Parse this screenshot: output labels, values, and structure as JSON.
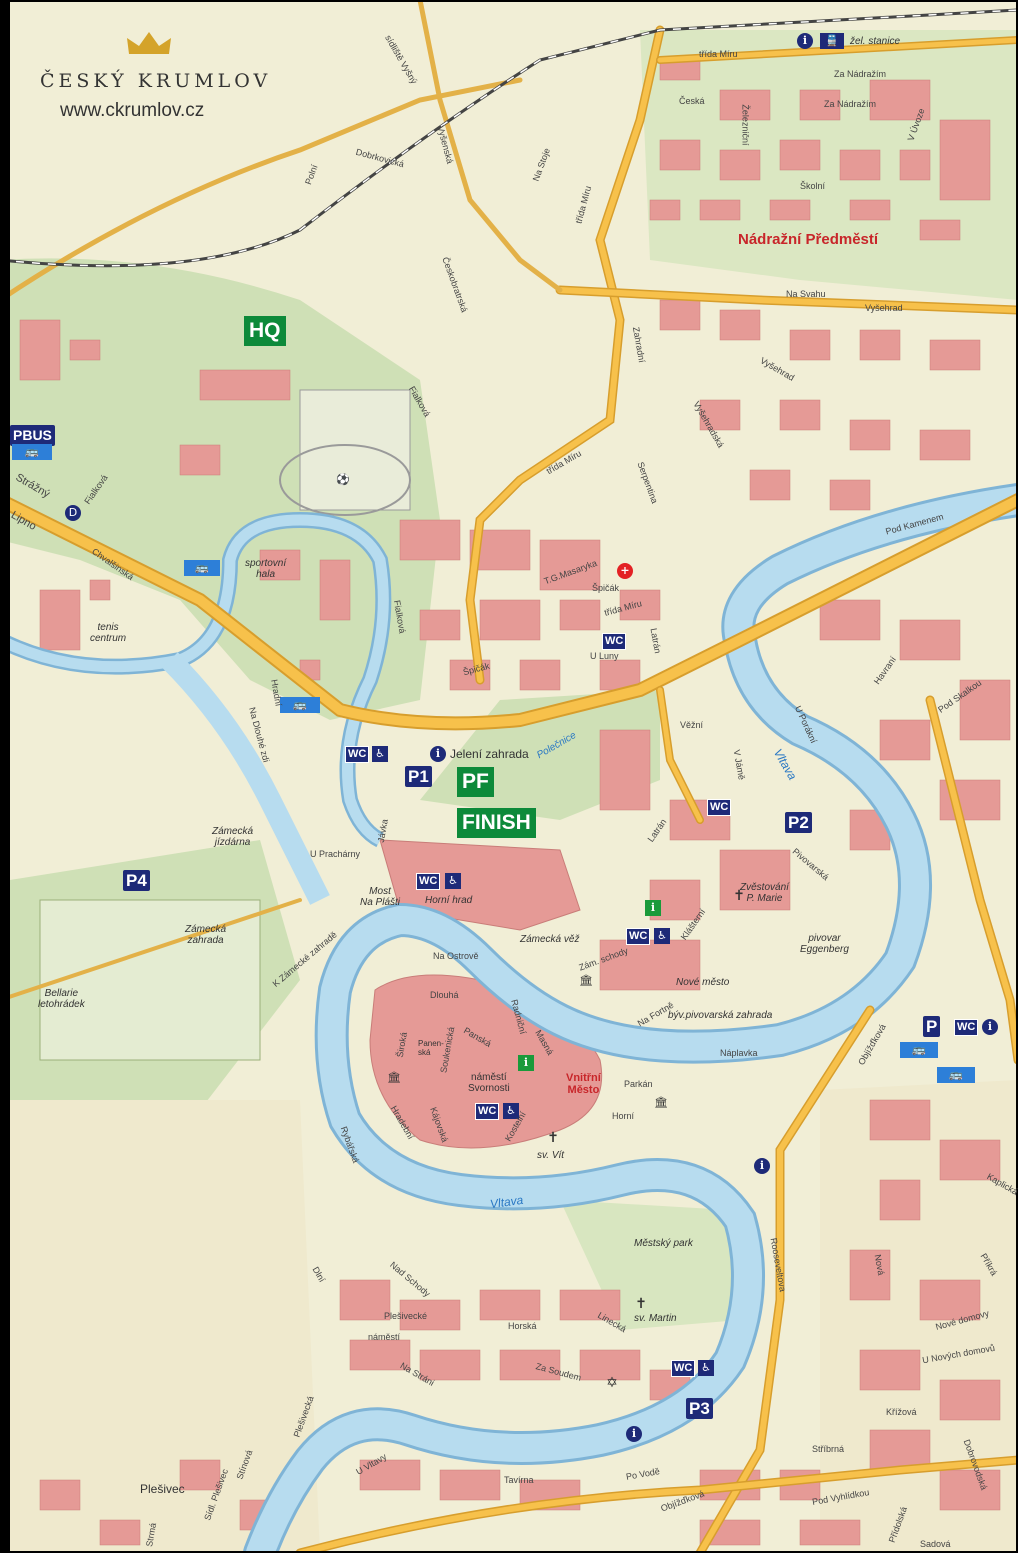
{
  "header": {
    "title": "ČESKÝ KRUMLOV",
    "url": "www.ckrumlov.cz",
    "logo_icon": "crown-icon"
  },
  "markers": {
    "hq": "HQ",
    "pf": "PF",
    "finish": "FINISH",
    "color": "#0d8a3a"
  },
  "parking": {
    "p1": "P1",
    "p2": "P2",
    "p3": "P3",
    "p4": "P4",
    "p": "P",
    "pbus": "PBUS"
  },
  "wc_label": "WC",
  "districts": {
    "nadrazni": "Nádražní Předměstí",
    "vnitrni_1": "Vnitřní",
    "vnitrni_2": "Město"
  },
  "rivers": {
    "vltava_east": "Vltava",
    "vltava_south": "Vltava",
    "polecnice": "Polečnice"
  },
  "places": {
    "zel_stanice": "žel. stanice",
    "jeleni_zahrada": "Jelení zahrada",
    "sportovni_1": "sportovní",
    "sportovni_2": "hala",
    "tenis_1": "tenis",
    "tenis_2": "centrum",
    "zamecka_jizdarna_1": "Zámecká",
    "zamecka_jizdarna_2": "jízdárna",
    "zamecka_zahrada_1": "Zámecká",
    "zamecka_zahrada_2": "zahrada",
    "bellarie_1": "Bellarie",
    "bellarie_2": "letohrádek",
    "most_1": "Most",
    "most_2": "Na Plášti",
    "horni_hrad": "Horní hrad",
    "zamecka_vez": "Zámecká věž",
    "zvestovani_1": "Zvěstování",
    "zvestovani_2": "P. Marie",
    "pivovar_1": "pivovar",
    "pivovar_2": "Eggenberg",
    "nove_mesto": "Nové město",
    "pivovarska_zahrada": "býv.pivovarská zahrada",
    "namesti_1": "náměstí",
    "namesti_2": "Svornosti",
    "sv_vit": "sv. Vít",
    "mestsky_park": "Městský park",
    "sv_martin": "sv. Martin",
    "plesivec": "Plešivec",
    "panenska": "Panen-ská"
  },
  "streets": {
    "trida_miru_top": "třída Míru",
    "za_nadrazim_1": "Za Nádražím",
    "za_nadrazim_2": "Za Nádražím",
    "ceska": "Česká",
    "zeleznicni": "Železniční",
    "v_uvoze": "V Úvoze",
    "skolni": "Školní",
    "sidliste_vyhy": "sídliště Vyšný",
    "vysenska": "Vyšenská",
    "na_stoje": "Na Stoje",
    "trida_miru_2": "třída Míru",
    "polni": "Polní",
    "dobrkovicka": "Dobrkovická",
    "ceskobratrska": "Českobratrská",
    "na_svahu": "Na Svahu",
    "vysehrad": "Vyšehrad",
    "zahradni": "Zahradní",
    "vysehrad_2": "Vyšehrad",
    "vysehradska": "Vyšehradská",
    "flaskova": "Fialková",
    "flaskova_2": "Fialková",
    "trida_miru_3": "třída Míru",
    "serpentina": "Serpentina",
    "pod_kamenem": "Pod Kamenem",
    "strazny": "Strážný",
    "lipno": "Lipno",
    "chvalsinska": "Chvalšinská",
    "tg_masaryka": "T.G.Masaryka",
    "spicak": "Špičák",
    "trida_miru_4": "třída Míru",
    "latran_1": "Latrán",
    "u_luny": "U Luny",
    "spicak_2": "Špičák",
    "fialkova_3": "Fialková",
    "hradni": "Hradní",
    "havrani": "Havraní",
    "pod_skalkou": "Pod Skalkou",
    "u_poradny": "U Porákní",
    "na_dlouhe_zdi": "Na Dlouhé zdi",
    "vezni": "Věžní",
    "v_jame": "V Jámě",
    "pivovarska": "Pivovarská",
    "u_prachar": "U Prachárny",
    "javka": "Jávka",
    "latran_2": "Latrán",
    "klasterni": "Klášterní",
    "k_zamecke": "K Zámecké zahradě",
    "na_ostrove": "Na Ostrově",
    "zam_schody": "Zám. schody",
    "na_fortne": "Na Fortně",
    "dlouha": "Dlouhá",
    "siroka": "Široká",
    "soukenicka": "Soukenická",
    "panska": "Panská",
    "masna": "Masná",
    "radnicni": "Radniční",
    "naplavka": "Náplavka",
    "parkan": "Parkán",
    "kajovska": "Kájovská",
    "hradebni": "Hradební",
    "rybarska": "Rybářská",
    "kostelni": "Kostelní",
    "horni": "Horní",
    "objizdkova": "Objížďková",
    "dlni": "Dlní",
    "nad_schody": "Nad Schody",
    "plesivecke": "Plešivecké",
    "namesti_3": "náměstí",
    "horska": "Horská",
    "linecka": "Linecká",
    "za_soudem": "Za Soudem",
    "na_strani": "Na Stráni",
    "roosweltova": "Rooseveltova",
    "nova": "Nová",
    "prikra": "Příkrá",
    "nove_domovy": "Nové domovy",
    "u_novych_domovu": "U Nových domovů",
    "krizova": "Křížová",
    "stribrna": "Stříbrná",
    "pod_vyhlidkou": "Pod Vyhlídkou",
    "pridolska": "Přídolská",
    "tavirna": "Tavírna",
    "po_vode": "Po Vodě",
    "objizdkova_2": "Objížďková",
    "u_vltavy": "U Vltavy",
    "stinova": "Stínová",
    "plesivecka": "Plešivecká",
    "sidliste_plesivec": "Sídl. Plešivec",
    "stima": "Strmá",
    "kaplicka": "Kaplická",
    "dobrovodska": "Dobrovodská",
    "sadova": "Sadová"
  },
  "icons": {
    "info": "info-icon",
    "bus": "bus-icon",
    "train": "train-icon",
    "wheelchair": "wheelchair-icon",
    "church": "cross-icon",
    "museum": "museum-icon",
    "theatre": "theatre-icon",
    "fuel": "fuel-icon",
    "hospital": "hospital-icon",
    "football": "football-icon",
    "synagogue": "star-of-david-icon"
  },
  "colors": {
    "water": "#b7dcef",
    "river_edge": "#7fb4d6",
    "forest": "#cfe0b6",
    "land": "#f1eed6",
    "building": "#e59a96",
    "road": "#f7c14b",
    "park_blue": "#1e2a78"
  }
}
